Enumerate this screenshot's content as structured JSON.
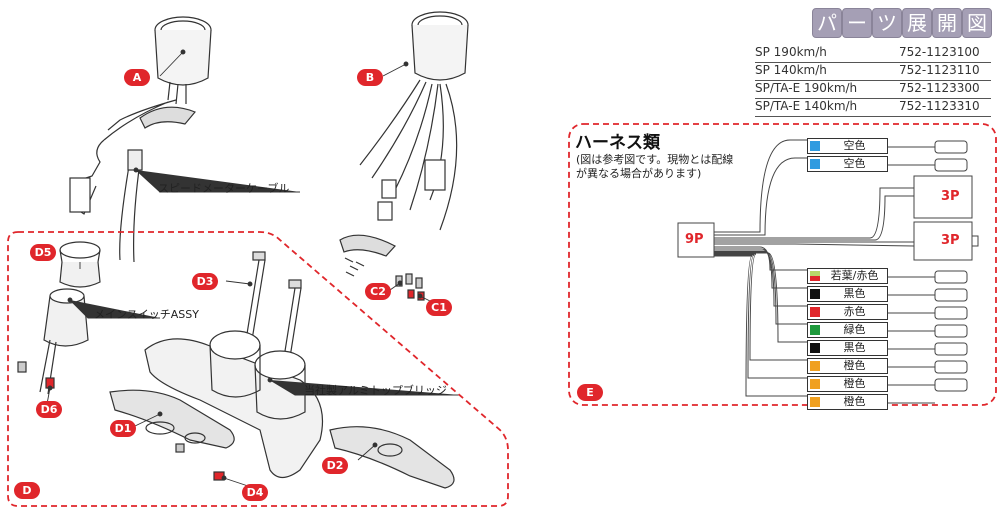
{
  "title_chars": [
    "パ",
    "ー",
    "ツ",
    "展",
    "開",
    "図"
  ],
  "models": [
    {
      "name": "SP 190km/h",
      "code": "752-1123100"
    },
    {
      "name": "SP 140km/h",
      "code": "752-1123110"
    },
    {
      "name": "SP/TA-E 190km/h",
      "code": "752-1123300"
    },
    {
      "name": "SP/TA-E 140km/h",
      "code": "752-1123310"
    }
  ],
  "callouts": {
    "A": "A",
    "B": "B",
    "C1": "C1",
    "C2": "C2",
    "D": "D",
    "D1": "D1",
    "D2": "D2",
    "D3": "D3",
    "D4": "D4",
    "D5": "D5",
    "D6": "D6",
    "E": "E"
  },
  "part_labels": {
    "speedometer_cable": "スピードメーターケーブル",
    "main_switch": "メインスイッチASSY",
    "top_bridge": "当社製アルミトップブリッジ"
  },
  "harness": {
    "title": "ハーネス類",
    "note_line1": "(図は参考図です。現物とは配線",
    "note_line2": "が異なる場合があります)",
    "main_connector": "9P",
    "connector_3p_a": "3P",
    "connector_3p_b": "3P",
    "wires": [
      {
        "label": "空色",
        "color": "#2f9be0"
      },
      {
        "label": "空色",
        "color": "#2f9be0"
      },
      {
        "label": "若葉/赤色",
        "color": "#e0262b"
      },
      {
        "label": "黒色",
        "color": "#111111"
      },
      {
        "label": "赤色",
        "color": "#e0262b"
      },
      {
        "label": "緑色",
        "color": "#1f9a3c"
      },
      {
        "label": "黒色",
        "color": "#111111"
      },
      {
        "label": "橙色",
        "color": "#f0a020"
      },
      {
        "label": "橙色",
        "color": "#f0a020"
      },
      {
        "label": "橙色",
        "color": "#f0a020"
      }
    ]
  },
  "colors": {
    "accent": "#e0262b",
    "title_box": "#a59fb5"
  }
}
